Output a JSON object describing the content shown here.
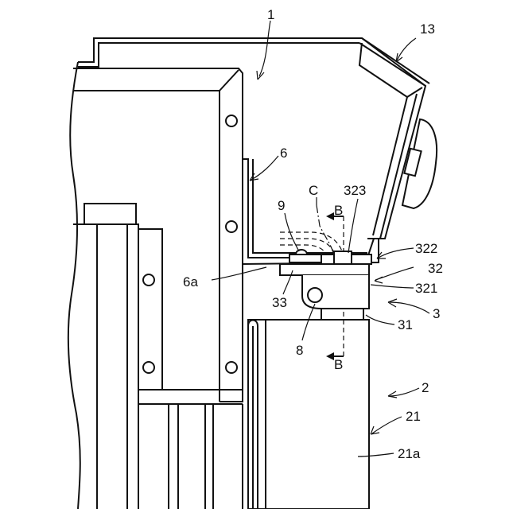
{
  "labels": {
    "l1": "1",
    "l13": "13",
    "l6": "6",
    "lC": "C",
    "l323": "323",
    "l9": "9",
    "lB_top": "B",
    "l322": "322",
    "l32": "32",
    "l6a": "6a",
    "l321": "321",
    "l33": "33",
    "l3": "3",
    "l31": "31",
    "l8": "8",
    "lB_bottom": "B",
    "l2": "2",
    "l21": "21",
    "l21a": "21a"
  }
}
